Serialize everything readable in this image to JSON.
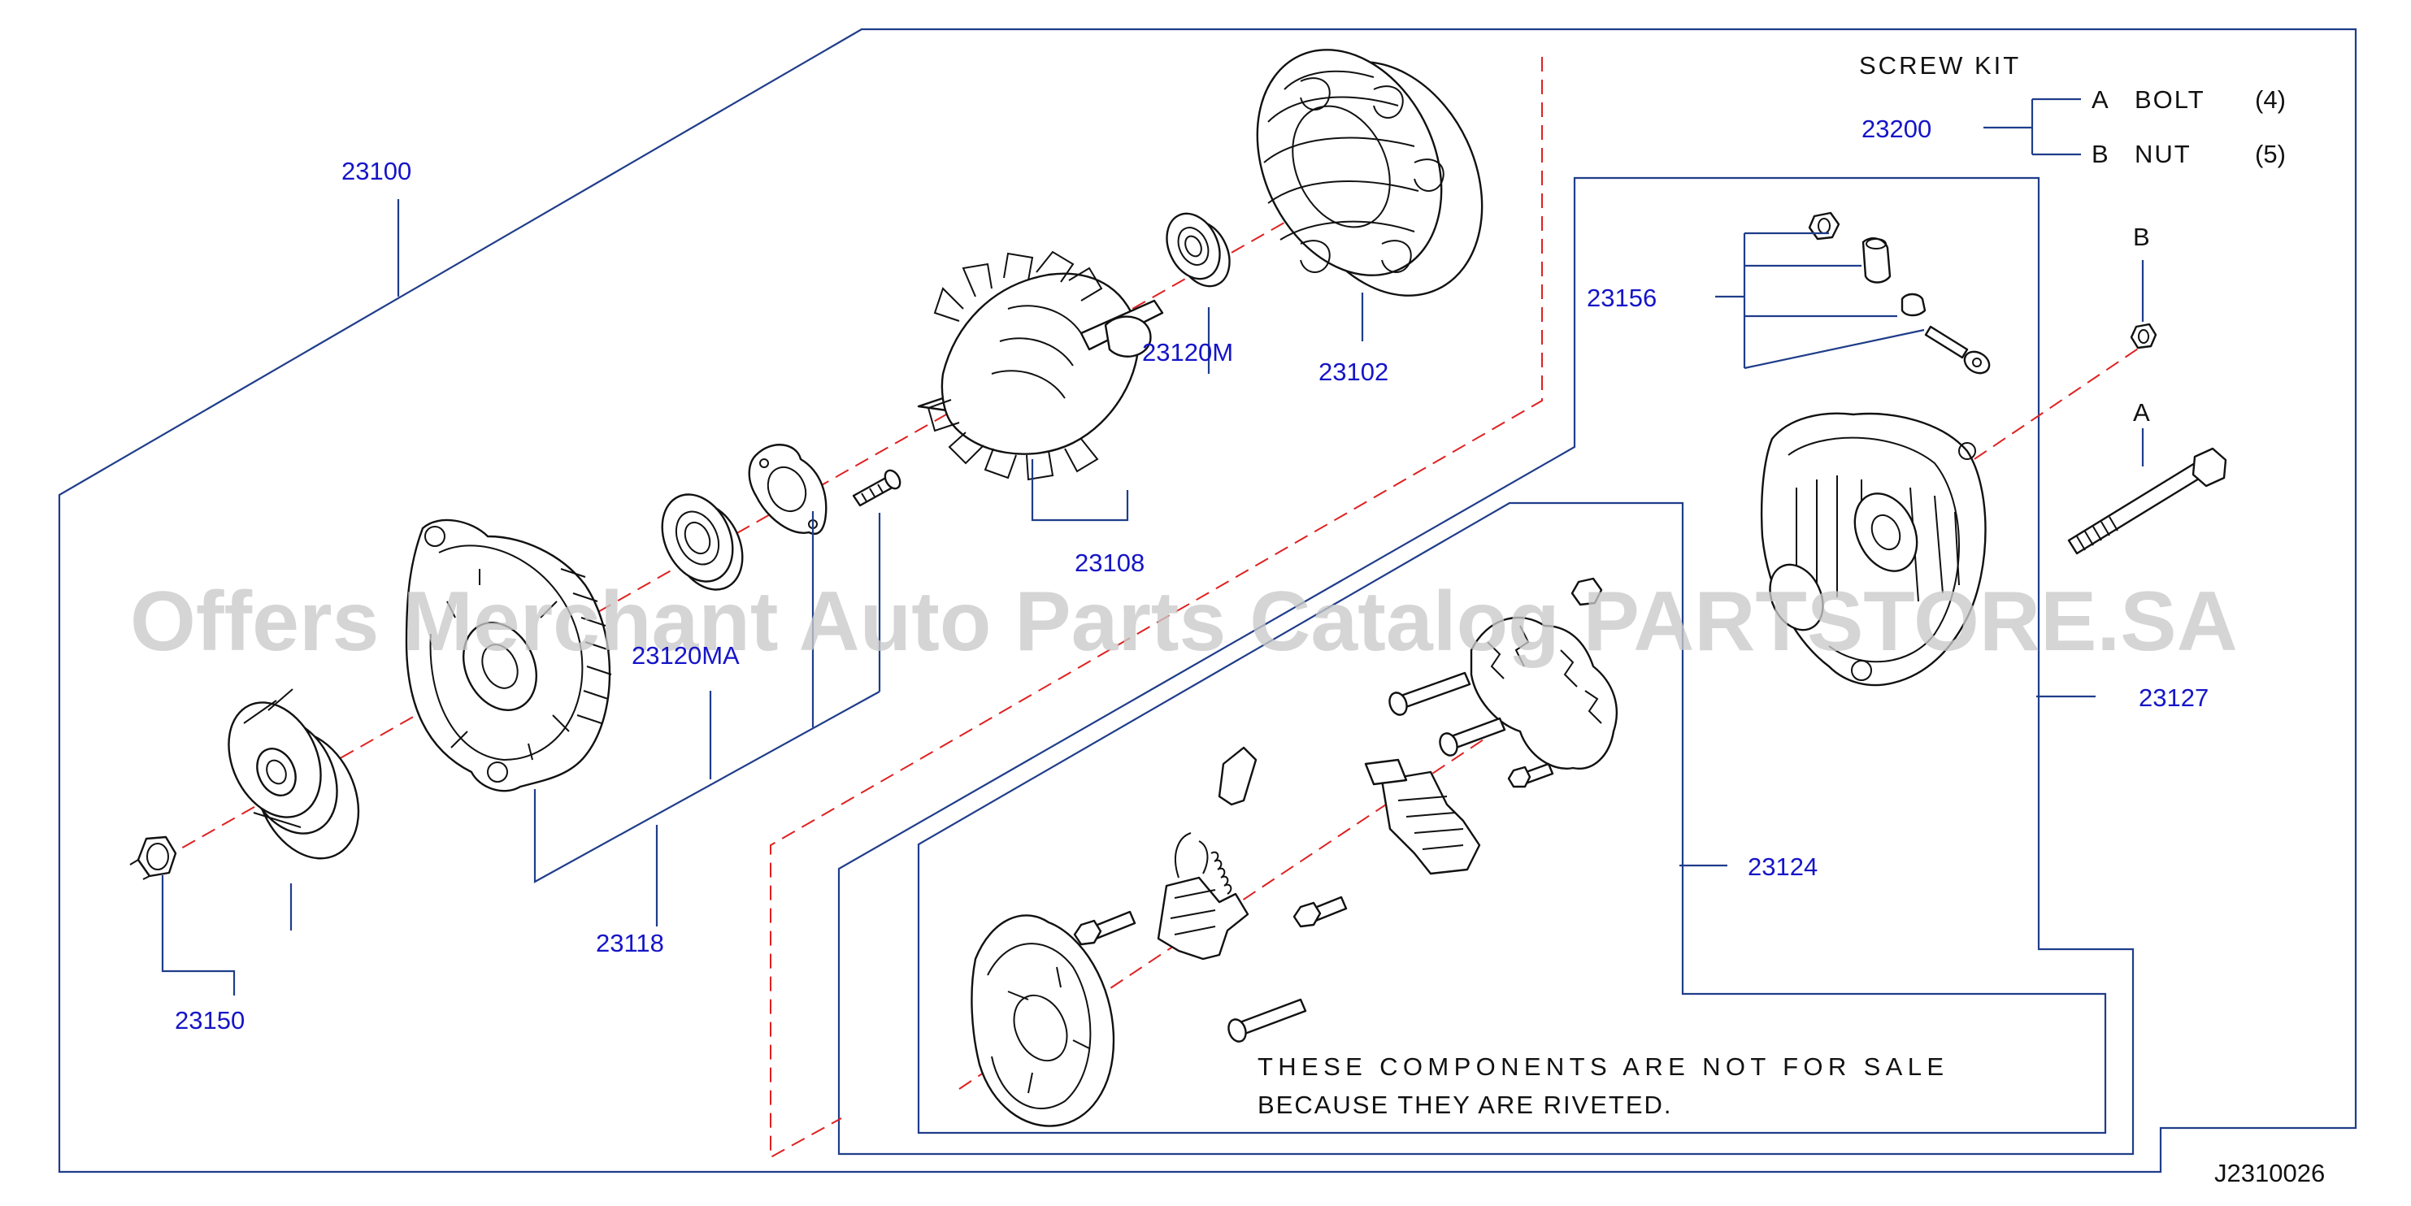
{
  "diagram_code": "J2310026",
  "watermark": "Offers Merchant Auto Parts Catalog PARTSTORE.SA",
  "screw_kit": {
    "title": "SCREW KIT",
    "part_number": "23200",
    "items": [
      {
        "letter": "A",
        "name": "BOLT",
        "qty": "(4)"
      },
      {
        "letter": "B",
        "name": "NUT",
        "qty": "(5)"
      }
    ]
  },
  "callouts": {
    "p23100": "23100",
    "p23102": "23102",
    "p23120M": "23120M",
    "p23108": "23108",
    "p23120MA": "23120MA",
    "p23118": "23118",
    "p23150": "23150",
    "p23156": "23156",
    "p23127": "23127",
    "p23124": "23124"
  },
  "fastener_marks": {
    "bolt": "A",
    "nut": "B"
  },
  "note": {
    "line1": "THESE COMPONENTS ARE NOT FOR SALE",
    "line2": "BECAUSE THEY ARE RIVETED."
  },
  "colors": {
    "part_number": "#1515c8",
    "frame_line": "#1f3d8a",
    "axis_dash": "#e02020",
    "watermark": "#c9c9c9"
  }
}
